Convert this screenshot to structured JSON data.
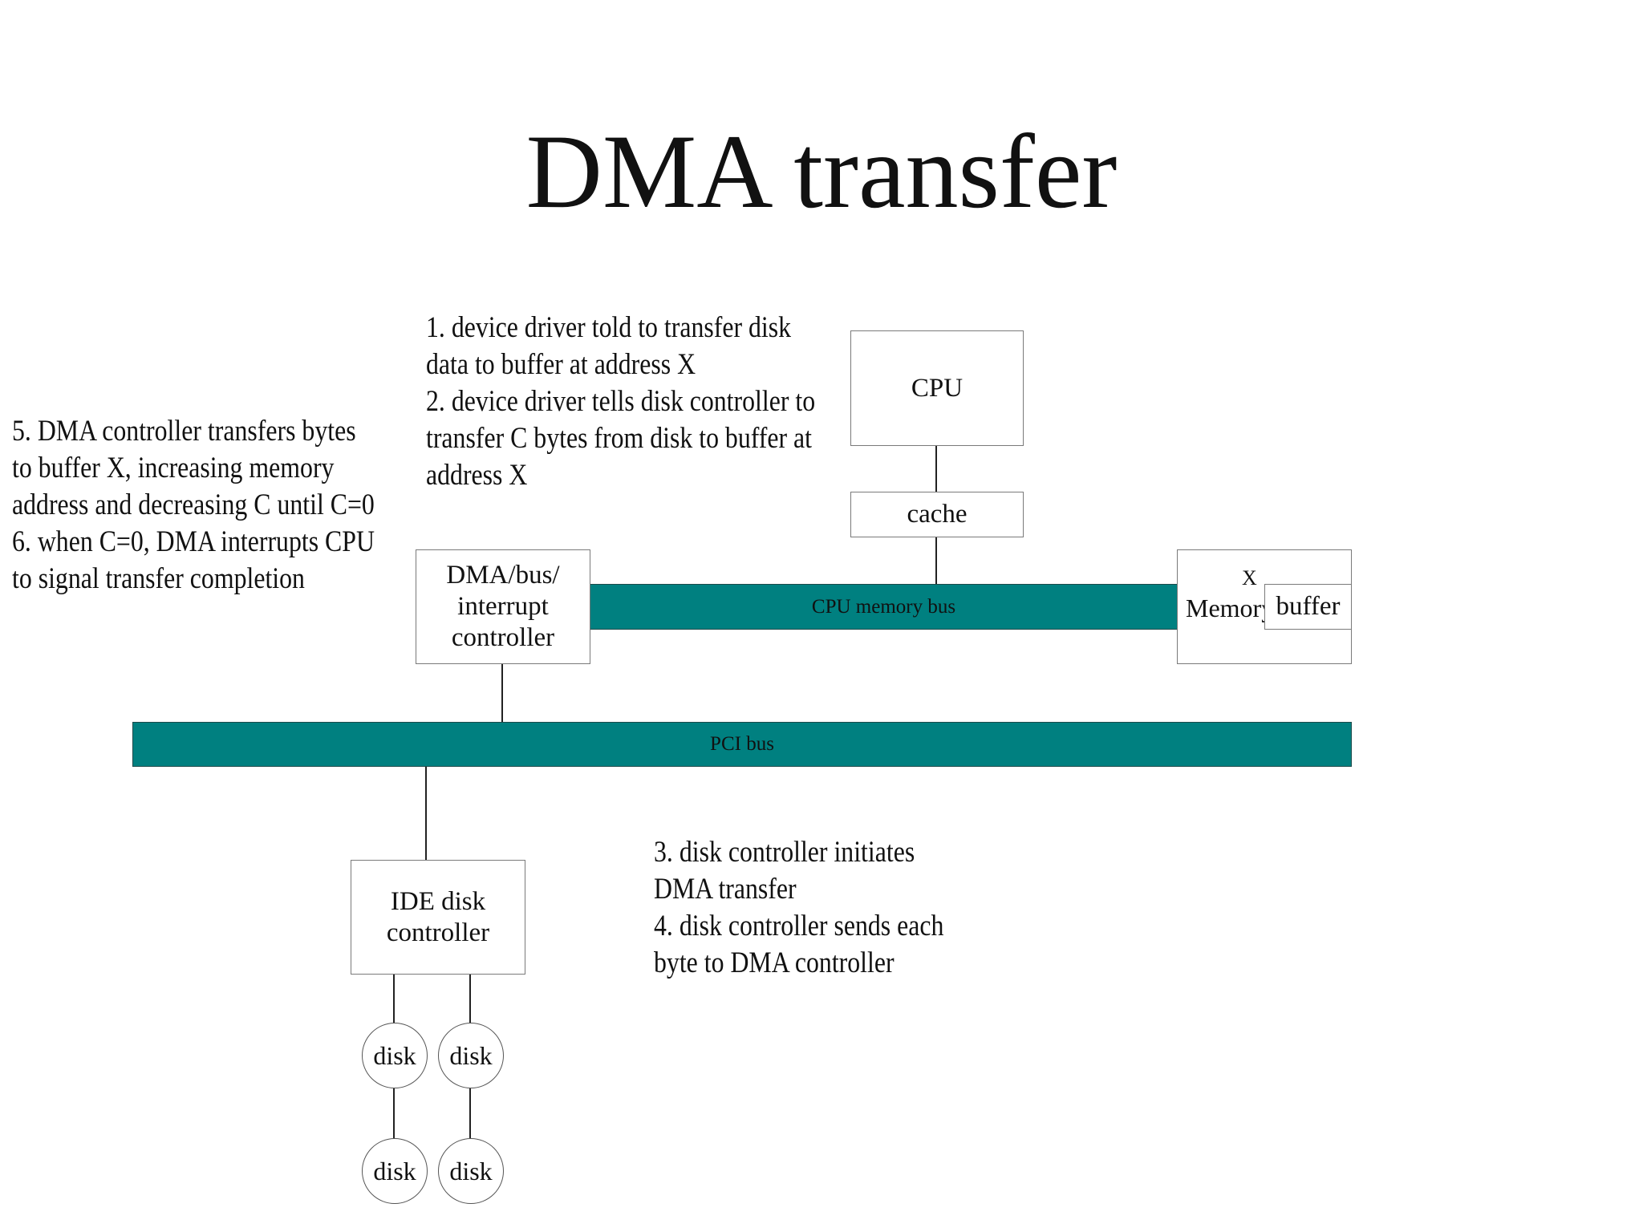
{
  "title": "DMA transfer",
  "notes": {
    "top": "1. device driver told to transfer disk\ndata to buffer at address X\n2. device driver tells disk controller to\ntransfer C bytes from disk to buffer at\naddress X",
    "left": "5. DMA controller transfers bytes\nto buffer X, increasing memory\naddress and decreasing C until C=0\n6. when C=0, DMA interrupts CPU\nto signal transfer completion",
    "bottom": "3. disk controller initiates\nDMA transfer\n4. disk controller sends each\nbyte to DMA controller"
  },
  "components": {
    "cpu": "CPU",
    "cache": "cache",
    "dma_controller": "DMA/bus/\ninterrupt\ncontroller",
    "memory": "Memory",
    "memory_x": "X",
    "buffer": "buffer",
    "ide_controller": "IDE disk\ncontroller",
    "disks": [
      "disk",
      "disk",
      "disk",
      "disk"
    ]
  },
  "buses": {
    "cpu_memory_bus": "CPU memory bus",
    "pci_bus": "PCI bus"
  },
  "colors": {
    "bus_fill": "#008080"
  }
}
